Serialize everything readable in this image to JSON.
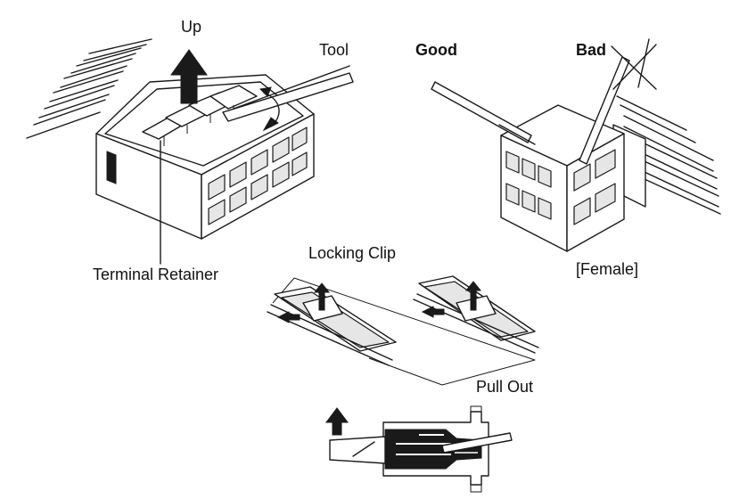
{
  "labels": {
    "up": "Up",
    "tool": "Tool",
    "good": "Good",
    "bad": "Bad",
    "terminal_retainer": "Terminal Retainer",
    "locking_clip": "Locking Clip",
    "female": "[Female]",
    "pull_out": "Pull Out"
  },
  "colors": {
    "line": "#1a1a1a",
    "background": "#ffffff",
    "fill_light": "#e6e6e6"
  }
}
